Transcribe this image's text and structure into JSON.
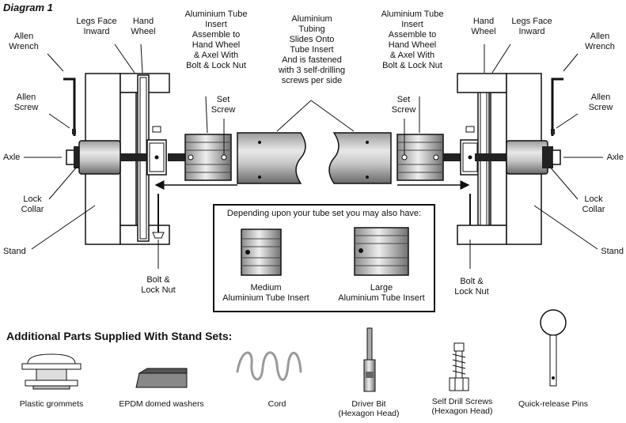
{
  "title": "Diagram 1",
  "labels": {
    "allen_wrench": "Allen\nWrench",
    "legs_face_inward": "Legs Face\nInward",
    "hand_wheel": "Hand\nWheel",
    "tube_insert": "Aluminium Tube\nInsert\nAssemble to\nHand Wheel\n& Axel With\nBolt & Lock Nut",
    "tubing": "Aluminium\nTubing\nSlides Onto\nTube Insert\nAnd is fastened\nwith 3 self-drilling\nscrews per side",
    "allen_screw": "Allen\nScrew",
    "set_screw": "Set\nScrew",
    "axle": "Axle",
    "lock_collar": "Lock\nCollar",
    "stand": "Stand",
    "bolt_lock_nut": "Bolt &\nLock Nut"
  },
  "inset": {
    "heading": "Depending upon your tube set you may also have:",
    "medium": "Medium\nAluminium Tube Insert",
    "large": "Large\nAluminium Tube Insert"
  },
  "parts": {
    "title": "Additional Parts Supplied With Stand Sets:",
    "items": [
      {
        "label": "Plastic grommets"
      },
      {
        "label": "EPDM domed washers"
      },
      {
        "label": "Cord"
      },
      {
        "label": "Driver Bit\n(Hexagon Head)"
      },
      {
        "label": "Self Drill Screws\n(Hexagon Head)"
      },
      {
        "label": "Quick-release Pins"
      }
    ]
  }
}
